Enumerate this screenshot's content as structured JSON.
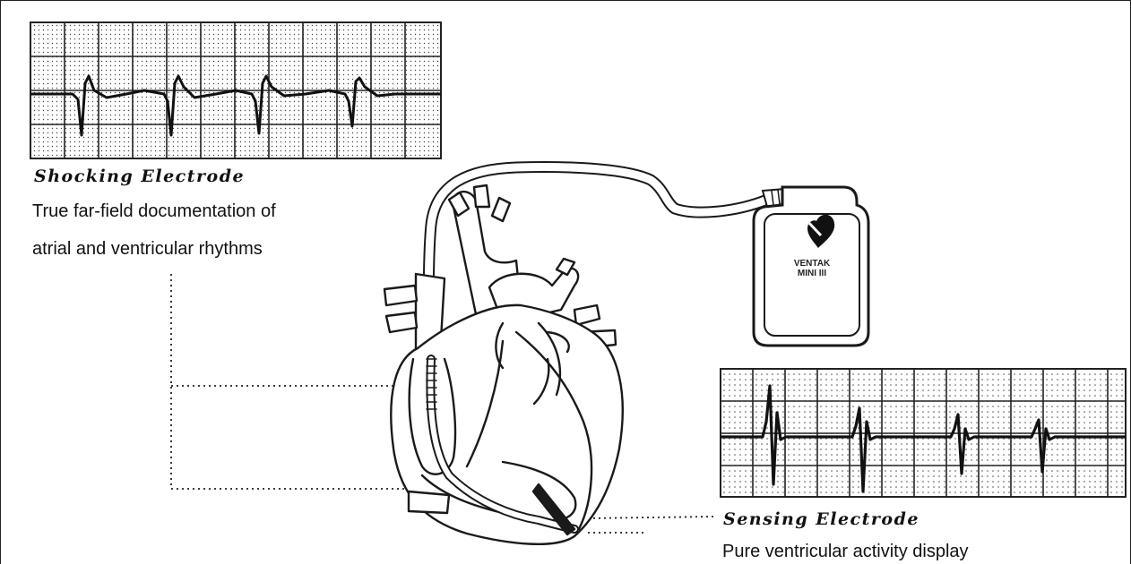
{
  "shocking": {
    "title": "Shocking Electrode",
    "line1": "True far-field documentation of",
    "line2": "atrial and ventricular rhythms"
  },
  "sensing": {
    "title": "Sensing Electrode",
    "line1": "Pure ventricular activity display"
  },
  "device": {
    "line1": "VENTAK",
    "line2": "MINI III",
    "logo_icon": "heart-logo-icon"
  },
  "colors": {
    "ink": "#1a1a1a",
    "grid": "#333333",
    "paper": "#ffffff"
  }
}
